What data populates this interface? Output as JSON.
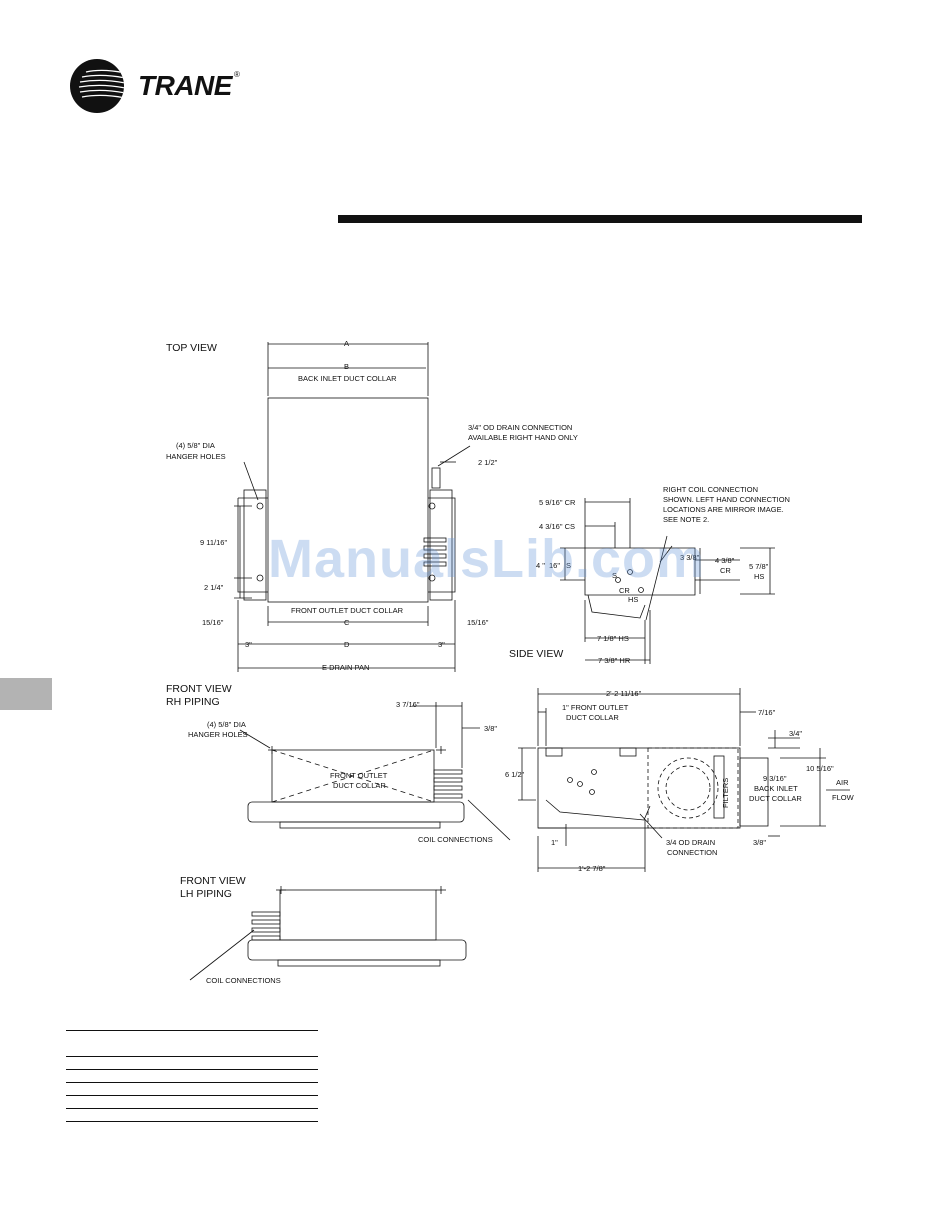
{
  "brand": {
    "name": "TRANE",
    "registered": "®"
  },
  "colors": {
    "ink": "#111111",
    "tab": "#b3b3b3",
    "watermark": "#6496d7"
  },
  "watermark": "ManualsLib.com",
  "drawing": {
    "top_view": {
      "title": "TOP VIEW",
      "dim_a": "A",
      "dim_b": "B",
      "back_collar": "BACK INLET DUCT COLLAR",
      "hanger": [
        "(4) 5/8\" DIA",
        "HANGER HOLES"
      ],
      "drain": [
        "3/4\" OD DRAIN CONNECTION",
        "AVAILABLE RIGHT HAND ONLY"
      ],
      "d_2_1_2": "2 1/2\"",
      "d_9_11_16": "9 11/16\"",
      "d_2_1_4": "2 1/4\"",
      "front_collar": "FRONT OUTLET DUCT COLLAR",
      "d_15_16_l": "15/16\"",
      "dim_c": "C",
      "d_15_16_r": "15/16\"",
      "d_3_l": "3\"",
      "dim_d": "D",
      "d_3_r": "3\"",
      "drain_pan": "E DRAIN PAN"
    },
    "side_view": {
      "title": "SIDE VIEW",
      "note": [
        "RIGHT COIL CONNECTION",
        "SHOWN. LEFT HAND CONNECTION",
        "LOCATIONS ARE MIRROR IMAGE.",
        "SEE NOTE 2."
      ],
      "d_cr": "5 9/16\" CR",
      "d_cs": "4 3/16\" CS",
      "d_4_16": "4 \"",
      "d_4_16_b": "16\"",
      "s": "S",
      "cr": "CR",
      "hs": "HS",
      "d_3_8": "3 3/8\"",
      "d_4_3_8": "4 3/8\"",
      "cr2": "CR",
      "d_5_7_8": "5 7/8\"",
      "hs2": "HS",
      "d_hs": "7 1/8\" HS",
      "d_hr": "7 3/8\" HR"
    },
    "front_rh": {
      "title": [
        "FRONT VIEW",
        "RH PIPING"
      ],
      "hanger": [
        "(4) 5/8\" DIA",
        "HANGER HOLES"
      ],
      "d_3_7_16": "3 7/16\"",
      "d_3_8": "3/8\"",
      "collar": [
        "FRONT OUTLET",
        "DUCT COLLAR"
      ],
      "coil": "COIL CONNECTIONS"
    },
    "front_lh": {
      "title": [
        "FRONT VIEW",
        "LH PIPING"
      ],
      "coil": "COIL CONNECTIONS"
    },
    "side_detail": {
      "d_total": "2'-2 11/16\"",
      "front_collar": [
        "1\" FRONT OUTLET",
        "DUCT COLLAR"
      ],
      "d_7_16": "7/16\"",
      "d_3_4": "3/4\"",
      "d_6_1_2": "6 1/2\"",
      "back_collar": [
        "9 3/16\"",
        "BACK INLET",
        "DUCT COLLAR"
      ],
      "d_10_5_16": "10 5/16\"",
      "airflow": [
        "AIR",
        "FLOW"
      ],
      "filters": "FILTERS",
      "d_1": "1\"",
      "drain": [
        "3/4 OD DRAIN",
        "CONNECTION"
      ],
      "d_3_8": "3/8\"",
      "d_1_2_7_8": "1'-2 7/8\""
    }
  }
}
